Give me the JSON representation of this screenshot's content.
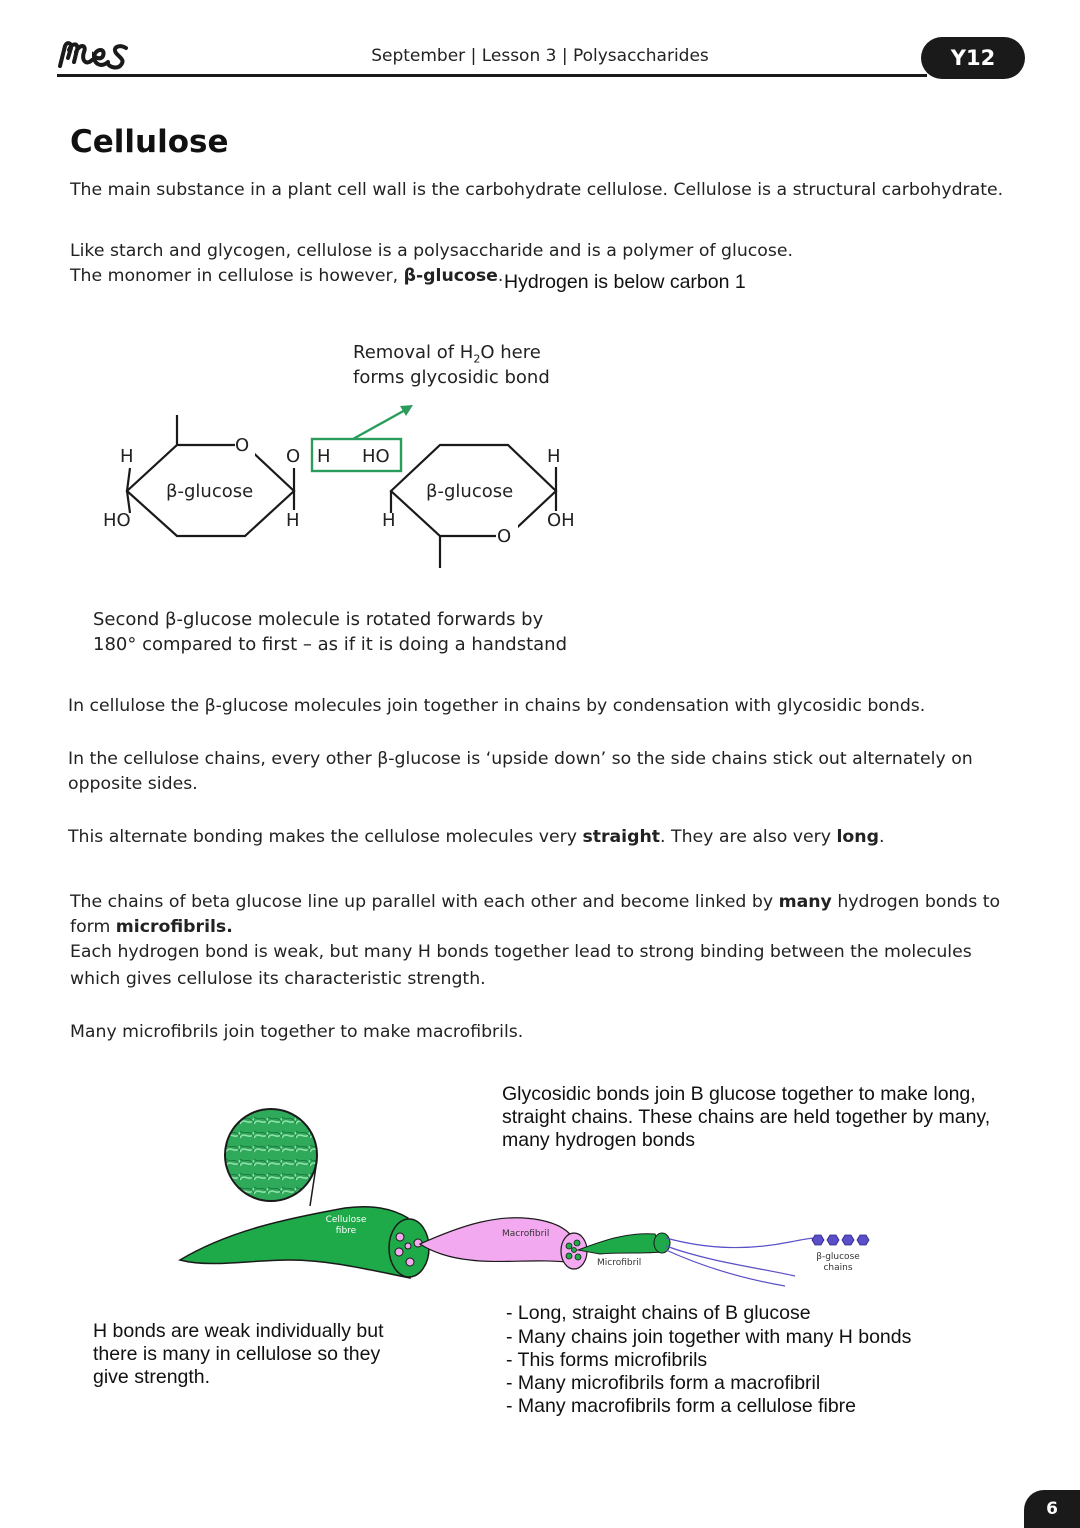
{
  "header": {
    "logo_text": "mes",
    "title": "September | Lesson 3 | Polysaccharides",
    "badge": "Y12"
  },
  "section_title": "Cellulose",
  "paragraphs": {
    "p1": "The main substance in a plant cell wall is the carbohydrate cellulose. Cellulose is a structural carbohydrate.",
    "p2_line1": "Like starch and glycogen, cellulose is a polysaccharide and is a polymer of glucose.",
    "p2_line2_prefix": "The monomer in cellulose is however, ",
    "p2_line2_bold": "β-glucose",
    "p2_line2_suffix": ".",
    "p2_note": "Hydrogen is below carbon 1",
    "p3": "In cellulose the β-glucose molecules join together in chains by condensation with glycosidic bonds.",
    "p4_line1": "In the cellulose chains, every other β-glucose is ‘upside down’ so the side chains stick out alternately on",
    "p4_line2": "opposite sides.",
    "p5_prefix": "This alternate bonding makes the cellulose molecules very ",
    "p5_bold1": "straight",
    "p5_mid": ". They are also very ",
    "p5_bold2": "long",
    "p5_suffix": ".",
    "p6_line1_prefix": "The chains of beta glucose line up parallel with each other and become linked by ",
    "p6_line1_bold": "many",
    "p6_line1_suffix": " hydrogen bonds to",
    "p6_line2_prefix": "form ",
    "p6_line2_bold": "microfibrils.",
    "p6_line3": "Each hydrogen bond is weak, but many H bonds together lead to strong binding between the molecules",
    "p6_line4": "which gives cellulose its characteristic strength.",
    "p7": "Many microfibrils join together to make macrofibrils."
  },
  "glucose_diagram": {
    "removal_line1": "Removal of H",
    "removal_sub": "2",
    "removal_line1_end": "O here",
    "removal_line2": "forms glycosidic bond",
    "ring_label": "β-glucose",
    "atoms": {
      "O": "O",
      "H": "H",
      "HO": "HO",
      "OH": "OH"
    },
    "caption_line1": "Second β-glucose molecule is rotated forwards by",
    "caption_line2": "180° compared to first – as if it is doing a handstand"
  },
  "fibre_diagram": {
    "note_line1": "Glycosidic bonds join B glucose together to make long,",
    "note_line2": "straight chains. These chains are held together by many,",
    "note_line3": "many hydrogen bonds",
    "label_fibre_1": "Cellulose",
    "label_fibre_2": "fibre",
    "label_macro": "Macrofibril",
    "label_micro": "Microfibril",
    "label_chains_1": "β-glucose",
    "label_chains_2": "chains",
    "left_note_line1": "H bonds are weak individually but",
    "left_note_line2": "there is many in cellulose so they",
    "left_note_line3": "give strength.",
    "bullets": [
      "- Long, straight chains of B glucose",
      "- Many chains join together with many H bonds",
      "- This forms microfibrils",
      "- Many microfibrils form a macrofibril",
      "- Many macrofibrils form a cellulose fibre"
    ],
    "colors": {
      "fibre_green": "#1faa4a",
      "macro_pink": "#f3a9ef",
      "chain_purple": "#5a4fc8",
      "arrow_green": "#2a9d5c"
    }
  },
  "page_number": "6"
}
